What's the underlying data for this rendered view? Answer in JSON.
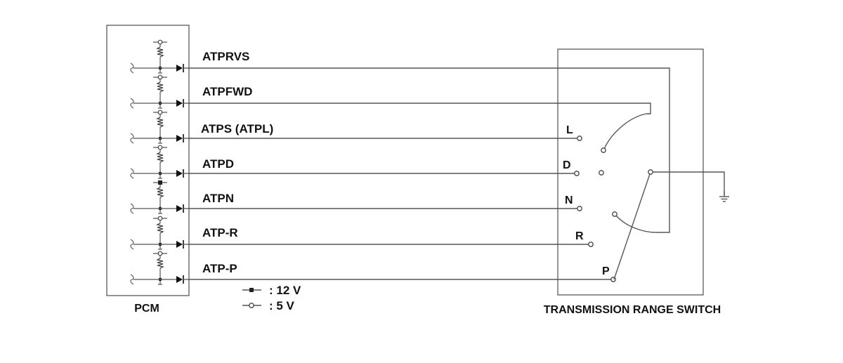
{
  "pcm": {
    "label": "PCM"
  },
  "switch": {
    "label": "TRANSMISSION RANGE SWITCH"
  },
  "signals": [
    {
      "name": "ATPRVS",
      "supply": "5V"
    },
    {
      "name": "ATPFWD",
      "supply": "5V"
    },
    {
      "name": "ATPS (ATPL)",
      "supply": "5V",
      "terminal": "L"
    },
    {
      "name": "ATPD",
      "supply": "5V",
      "terminal": "D"
    },
    {
      "name": "ATPN",
      "supply": "12V",
      "terminal": "N"
    },
    {
      "name": "ATP-R",
      "supply": "5V",
      "terminal": "R"
    },
    {
      "name": "ATP-P",
      "supply": "5V",
      "terminal": "P"
    }
  ],
  "legend": {
    "v12": ": 12 V",
    "v5": ": 5 V"
  },
  "colors": {
    "line": "#555555",
    "text": "#111111",
    "background": "#ffffff"
  }
}
